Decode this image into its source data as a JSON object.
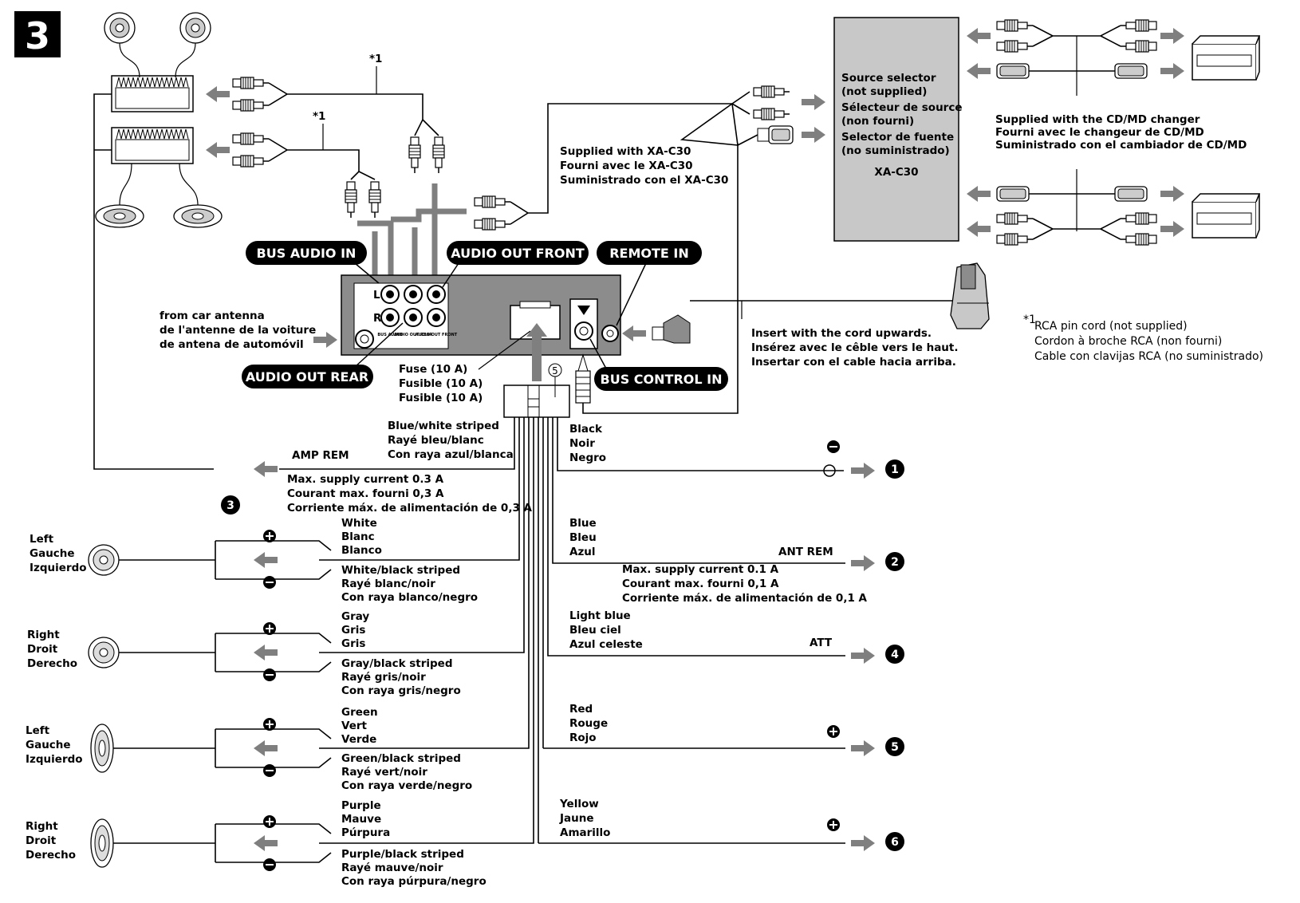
{
  "step_number": "3",
  "pills": {
    "bus_audio_in": "BUS AUDIO IN",
    "audio_out_front": "AUDIO OUT FRONT",
    "remote_in": "REMOTE IN",
    "audio_out_rear": "AUDIO OUT REAR",
    "bus_control_in": "BUS CONTROL IN"
  },
  "unit_labels": {
    "left": "L",
    "right": "R",
    "jack_bus_audio": "BUS AUDIO",
    "jack_audio_out_rear": "AUDIO OUT REAR",
    "jack_audio_out_front": "AUDIO OUT FRONT",
    "circled_5": "5"
  },
  "antenna": [
    "from car antenna",
    "de l'antenne de la voiture",
    "de antena de automóvil"
  ],
  "fuse": [
    "Fuse (10 A)",
    "Fusible (10 A)",
    "Fusible (10 A)"
  ],
  "asterisk_note_mark": "*1",
  "xa_c30_supplied": [
    "Supplied with XA-C30",
    "Fourni avec le XA-C30",
    "Suministrado con el XA-C30"
  ],
  "source_selector": [
    "Source selector",
    "(not supplied)",
    "Sélecteur de source",
    "(non fourni)",
    "Selector de fuente",
    "(no suministrado)"
  ],
  "source_selector_model": "XA-C30",
  "cd_changer": [
    "Supplied with the CD/MD changer",
    "Fourni avec le changeur de CD/MD",
    "Suministrado con el cambiador de CD/MD"
  ],
  "insert_cord": [
    "Insert with the cord upwards.",
    "Insérez avec le cêble vers le haut.",
    "Insertar con el cable hacia arriba."
  ],
  "footnote": {
    "mark": "*1",
    "lines": [
      "RCA pin cord (not supplied)",
      "Cordon à broche RCA (non fourni)",
      "Cable con clavijas RCA (no suministrado)"
    ]
  },
  "amp_rem": {
    "color": [
      "Blue/white striped",
      "Rayé bleu/blanc",
      "Con raya azul/blanca"
    ],
    "label": "AMP REM",
    "current": [
      "Max. supply current 0.3 A",
      "Courant max. fourni 0,3 A",
      "Corriente máx. de alimentación de 0,3 A"
    ]
  },
  "speaker_ref_num": "3",
  "speakers": [
    {
      "pos": [
        "Left",
        "Gauche",
        "Izquierdo"
      ],
      "plus": [
        "White",
        "Blanc",
        "Blanco"
      ],
      "minus": [
        "White/black striped",
        "Rayé blanc/noir",
        "Con raya blanco/negro"
      ]
    },
    {
      "pos": [
        "Right",
        "Droit",
        "Derecho"
      ],
      "plus": [
        "Gray",
        "Gris",
        "Gris"
      ],
      "minus": [
        "Gray/black striped",
        "Rayé gris/noir",
        "Con raya gris/negro"
      ]
    },
    {
      "pos": [
        "Left",
        "Gauche",
        "Izquierdo"
      ],
      "plus": [
        "Green",
        "Vert",
        "Verde"
      ],
      "minus": [
        "Green/black striped",
        "Rayé vert/noir",
        "Con raya verde/negro"
      ]
    },
    {
      "pos": [
        "Right",
        "Droit",
        "Derecho"
      ],
      "plus": [
        "Purple",
        "Mauve",
        "Púrpura"
      ],
      "minus": [
        "Purple/black striped",
        "Rayé mauve/noir",
        "Con raya púrpura/negro"
      ]
    }
  ],
  "right_wires": [
    {
      "color": [
        "Black",
        "Noir",
        "Negro"
      ],
      "func": "",
      "ref": "1"
    },
    {
      "color": [
        "Blue",
        "Bleu",
        "Azul"
      ],
      "func": "ANT REM",
      "ref": "2",
      "current": [
        "Max. supply current 0.1 A",
        "Courant max. fourni 0,1 A",
        "Corriente máx. de alimentación de 0,1 A"
      ]
    },
    {
      "color": [
        "Light blue",
        "Bleu ciel",
        "Azul celeste"
      ],
      "func": "ATT",
      "ref": "4"
    },
    {
      "color": [
        "Red",
        "Rouge",
        "Rojo"
      ],
      "func": "",
      "ref": "5"
    },
    {
      "color": [
        "Yellow",
        "Jaune",
        "Amarillo"
      ],
      "func": "",
      "ref": "6"
    }
  ],
  "colors": {
    "arrow_gray": "#7f7f7f",
    "panel_gray": "#c8c8c8",
    "unit_gray": "#8c8c8c"
  }
}
